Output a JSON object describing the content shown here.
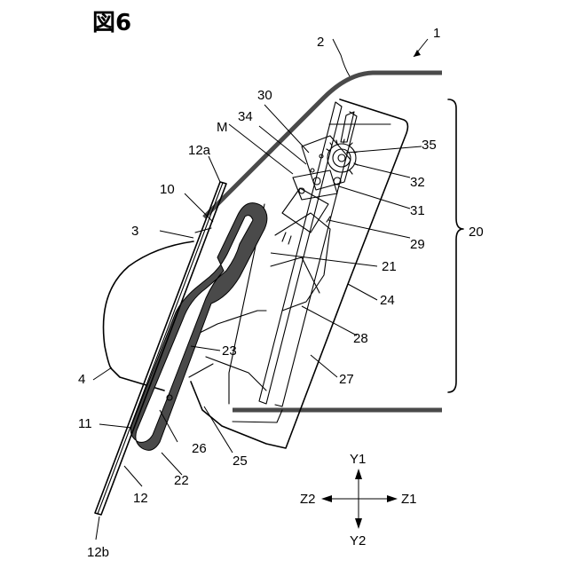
{
  "figure": {
    "title": "図6"
  },
  "labels": {
    "n1": "1",
    "n2": "2",
    "n3": "3",
    "n4": "4",
    "n10": "10",
    "n11": "11",
    "n12": "12",
    "n12a": "12a",
    "n12b": "12b",
    "n20": "20",
    "n21": "21",
    "n22": "22",
    "n23": "23",
    "n24": "24",
    "n25": "25",
    "n26": "26",
    "n27": "27",
    "n28": "28",
    "n29": "29",
    "n30": "30",
    "n31": "31",
    "n32": "32",
    "n34": "34",
    "n35": "35",
    "nM": "M"
  },
  "axes": {
    "y_up": "Y1",
    "y_down": "Y2",
    "z_left": "Z2",
    "z_right": "Z1"
  }
}
